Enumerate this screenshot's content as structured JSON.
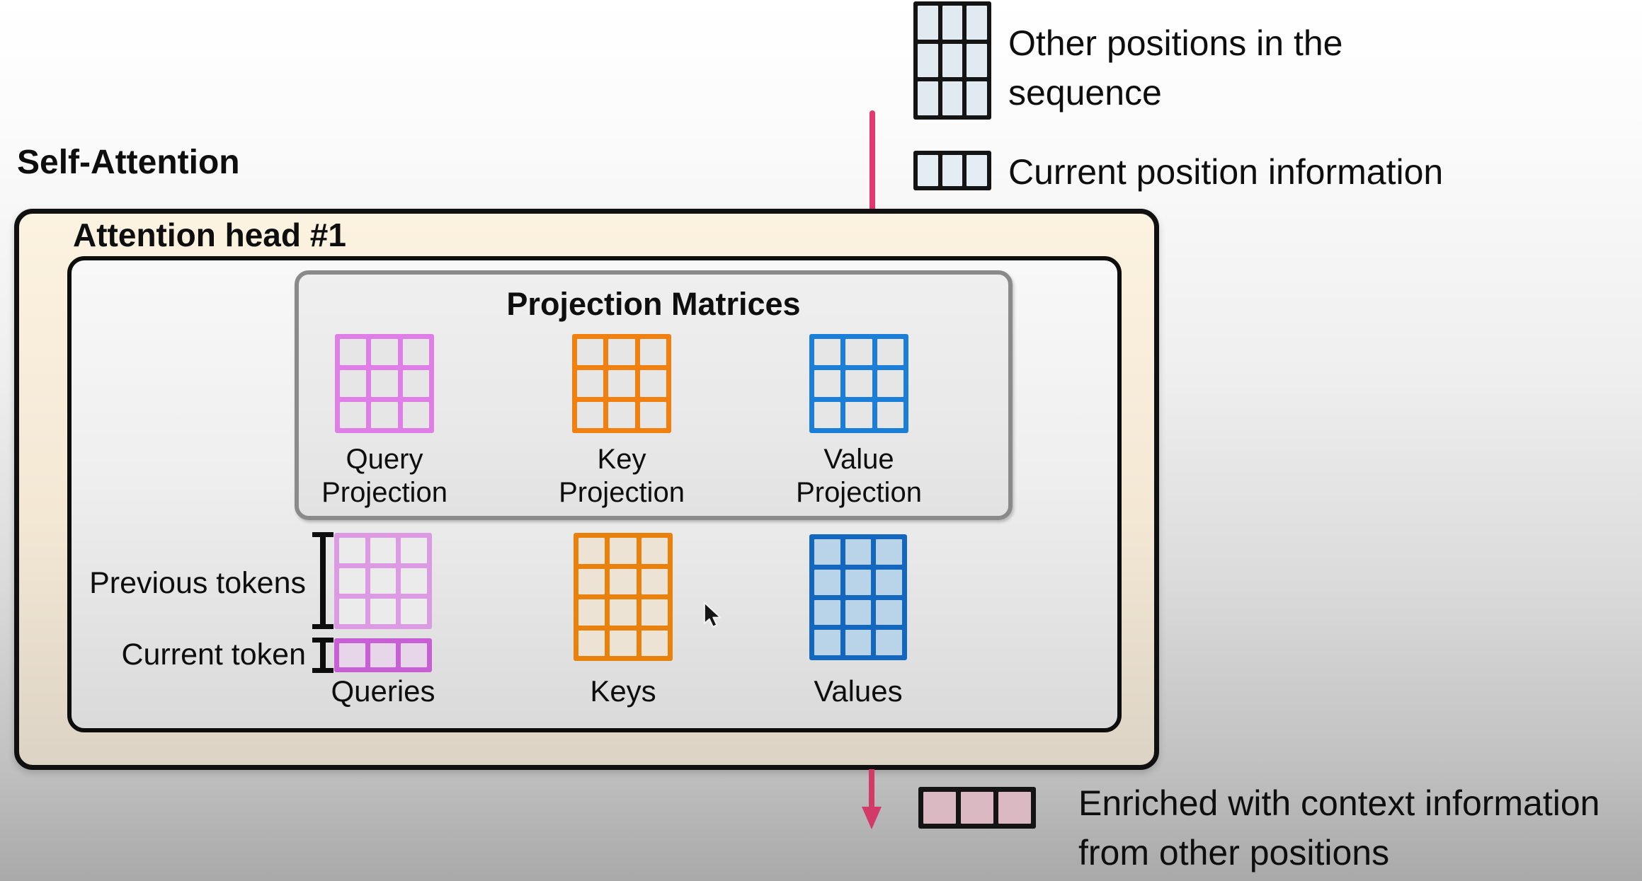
{
  "title": "Self-Attention",
  "input_legend": {
    "other_positions": {
      "lines": [
        "Other positions in the",
        "sequence"
      ],
      "grid": {
        "rows": 3,
        "cols": 3,
        "line": 6,
        "border": "#141414",
        "fill": "#e1eaf1"
      }
    },
    "current_position": {
      "label": "Current position information",
      "grid": {
        "rows": 1,
        "cols": 3,
        "line": 6,
        "border": "#141414",
        "fill": "#e4edf3"
      }
    }
  },
  "attention_head": {
    "title": "Attention head #1",
    "projection_panel": {
      "title": "Projection Matrices",
      "matrices": [
        {
          "name": "Query Projection",
          "label_lines": [
            "Query",
            "Projection"
          ],
          "grid": {
            "rows": 3,
            "cols": 3,
            "line": 7,
            "border": "#e07ee8",
            "fill": "#e6e6e6"
          }
        },
        {
          "name": "Key Projection",
          "label_lines": [
            "Key",
            "Projection"
          ],
          "grid": {
            "rows": 3,
            "cols": 3,
            "line": 7,
            "border": "#f0800f",
            "fill": "#e6e6e6"
          }
        },
        {
          "name": "Value Projection",
          "label_lines": [
            "Value",
            "Projection"
          ],
          "grid": {
            "rows": 3,
            "cols": 3,
            "line": 7,
            "border": "#1b7fd8",
            "fill": "#e6e6e6"
          }
        }
      ]
    },
    "io_panel": {
      "previous_tokens_label": "Previous tokens",
      "current_token_label": "Current token",
      "queries": {
        "label": "Queries",
        "previous_grid": {
          "rows": 3,
          "cols": 3,
          "line": 7,
          "border": "#dc9ae2",
          "fill": "#ebebeb"
        },
        "current_grid": {
          "rows": 1,
          "cols": 3,
          "line": 7,
          "border": "#c95fd4",
          "fill": "#e7d6e9"
        }
      },
      "keys": {
        "label": "Keys",
        "grid": {
          "rows": 4,
          "cols": 3,
          "line": 7,
          "border": "#e8820c",
          "fill": "#ede3d5"
        }
      },
      "values": {
        "label": "Values",
        "grid": {
          "rows": 4,
          "cols": 3,
          "line": 7,
          "border": "#1467bf",
          "fill": "#b9d4e9"
        }
      }
    }
  },
  "output_legend": {
    "lines": [
      "Enriched with context information",
      "from other positions"
    ],
    "grid": {
      "rows": 1,
      "cols": 3,
      "line": 7,
      "border": "#141414",
      "fill": "#dab9c3"
    }
  },
  "colors": {
    "text": "#0e0e0e",
    "flow_line": "#e23970",
    "arrow": "#d23a68",
    "attention_box_top": "#fcf2e0",
    "attention_box_bottom": "#ddd3c5"
  },
  "icons": {
    "cursor": "mouse-pointer"
  }
}
